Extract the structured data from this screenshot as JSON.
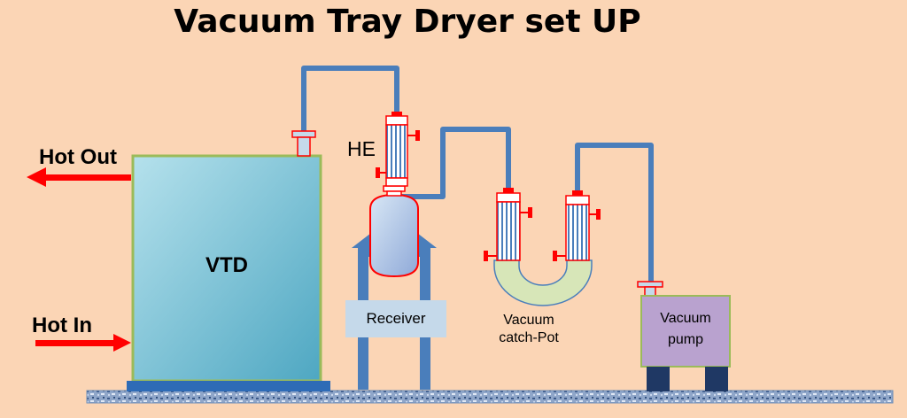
{
  "title": "Vacuum Tray Dryer set UP",
  "labels": {
    "vtd": "VTD",
    "hot_out": "Hot Out",
    "hot_in": "Hot In",
    "he": "HE",
    "receiver": "Receiver",
    "catch_pot_line1": "Vacuum",
    "catch_pot_line2": "catch-Pot",
    "pump_line1": "Vacuum",
    "pump_line2": "pump"
  },
  "colors": {
    "background": "#fbd5b5",
    "pipe": "#4a7ebb",
    "vessel_outline": "#ff0000",
    "valve": "#ff0000",
    "arrow": "#ff0000",
    "vtd_fill": "#7fc6d6",
    "receiver_fill": "#c5d9ea",
    "pump_fill": "#b9a2cf",
    "catch_pot_fill": "#d7e6b8"
  }
}
